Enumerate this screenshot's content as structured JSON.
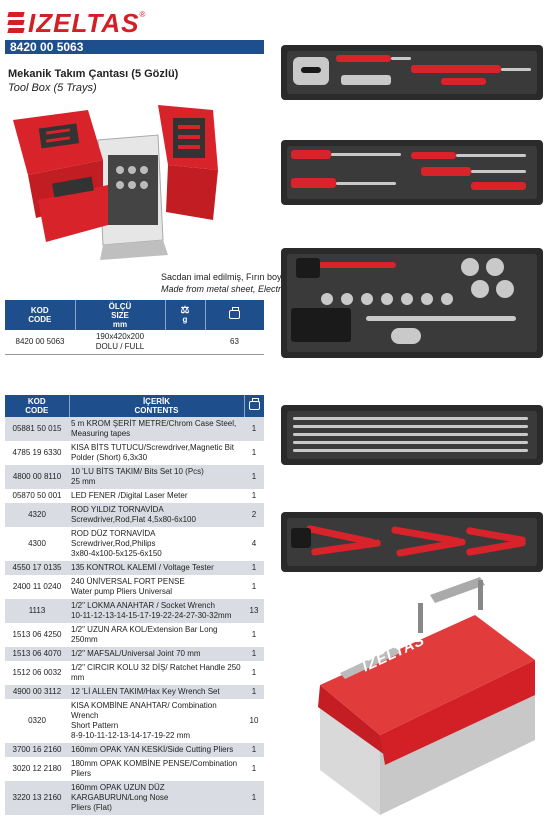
{
  "brand": {
    "logo_text": "IZELTAS",
    "reg": "®",
    "product_code": "8420 00 5063"
  },
  "title": {
    "tr": "Mekanik Takım Çantası (5 Gözlü)",
    "en": "Tool Box (5 Trays)"
  },
  "material": {
    "tr": "Sacdan imal edilmiş, Fırın boya",
    "en": "Made from metal sheet, Electrostatic paint"
  },
  "spec_table": {
    "headers": {
      "kod": "KOD",
      "code": "CODE",
      "olcu": "ÖLÇÜ",
      "size": "SIZE",
      "mm": "mm",
      "g": "g"
    },
    "row": {
      "code": "8420 00 5063",
      "size": "190x420x200",
      "full": "DOLU / FULL",
      "weight": "63"
    }
  },
  "contents_table": {
    "headers": {
      "kod": "KOD",
      "code": "CODE",
      "icerik": "İÇERİK",
      "contents": "CONTENTS"
    },
    "rows": [
      {
        "code": "05881 50 015",
        "desc": [
          "5 m KROM ŞERİT METRE/Chrom  Case Steel,",
          "Measuring tapes"
        ],
        "qty": "1"
      },
      {
        "code": "4785 19 6330",
        "desc": [
          "KISA BİTS TUTUCU/Screwdriver,Magnetic Bit",
          "Polder (Short) 6,3x30"
        ],
        "qty": "1"
      },
      {
        "code": "4800 00 8110",
        "desc": [
          "10 'LU BİTS TAKIM/ Bits Set 10 (Pcs)",
          "25 mm"
        ],
        "qty": "1"
      },
      {
        "code": "05870 50 001",
        "desc": [
          "LED FENER /Digital Laser Meter"
        ],
        "qty": "1"
      },
      {
        "code": "4320",
        "desc": [
          "ROD YILDIZ TORNAVİDA",
          "Screwdriver,Rod,Flat 4,5x80-6x100"
        ],
        "qty": "2"
      },
      {
        "code": "4300",
        "desc": [
          "ROD DÜZ TORNAVİDA",
          "Screwdriver,Rod,Philips",
          "3x80-4x100-5x125-6x150"
        ],
        "qty": "4"
      },
      {
        "code": "4550 17 0135",
        "desc": [
          "135 KONTROL KALEMİ / Voltage Tester"
        ],
        "qty": "1"
      },
      {
        "code": "2400 11 0240",
        "desc": [
          "240 ÜNİVERSAL FORT PENSE",
          "Water pump  Pliers Universal"
        ],
        "qty": "1"
      },
      {
        "code": "1113",
        "desc": [
          "1/2\" LOKMA ANAHTAR / Socket Wrench",
          "10-11-12-13-14-15-17-19-22-24-27-30-32mm"
        ],
        "qty": "13"
      },
      {
        "code": "1513 06 4250",
        "desc": [
          "1/2\" UZUN ARA KOL/Extension Bar Long 250mm"
        ],
        "qty": "1"
      },
      {
        "code": "1513 06 4070",
        "desc": [
          "1/2\" MAFSAL/Universal Joint 70 mm"
        ],
        "qty": "1"
      },
      {
        "code": "1512 06 0032",
        "desc": [
          "1/2\" CIRCIR KOLU 32 DİŞ/ Ratchet Handle 250 mm"
        ],
        "qty": "1"
      },
      {
        "code": "4900 00 3112",
        "desc": [
          "12 'Lİ ALLEN TAKIM/Hax Key Wrench Set"
        ],
        "qty": "1"
      },
      {
        "code": "0320",
        "desc": [
          "KISA KOMBİNE ANAHTAR/ Combination Wrench",
          "Short Pattern",
          "8-9-10-11-12-13-14-17-19-22 mm"
        ],
        "qty": "10"
      },
      {
        "code": "3700 16 2160",
        "desc": [
          "160mm OPAK YAN KESKİ/Side Cutting Pliers"
        ],
        "qty": "1"
      },
      {
        "code": "3020 12 2180",
        "desc": [
          "180mm OPAK KOMBİNE PENSE/Combination Pliers"
        ],
        "qty": "1"
      },
      {
        "code": "3220 13 2160",
        "desc": [
          "160mm OPAK UZUN DÜZ KARGABURUN/Long Nose",
          "Pliers (Flat)"
        ],
        "qty": "1"
      }
    ]
  },
  "box_label": "IZELTAS",
  "colors": {
    "brand_red": "#d32027",
    "header_blue": "#1f4e8c",
    "row_shade": "#d9dde3"
  },
  "icons": {
    "volume": "box-icon",
    "weight": "weight-icon"
  }
}
